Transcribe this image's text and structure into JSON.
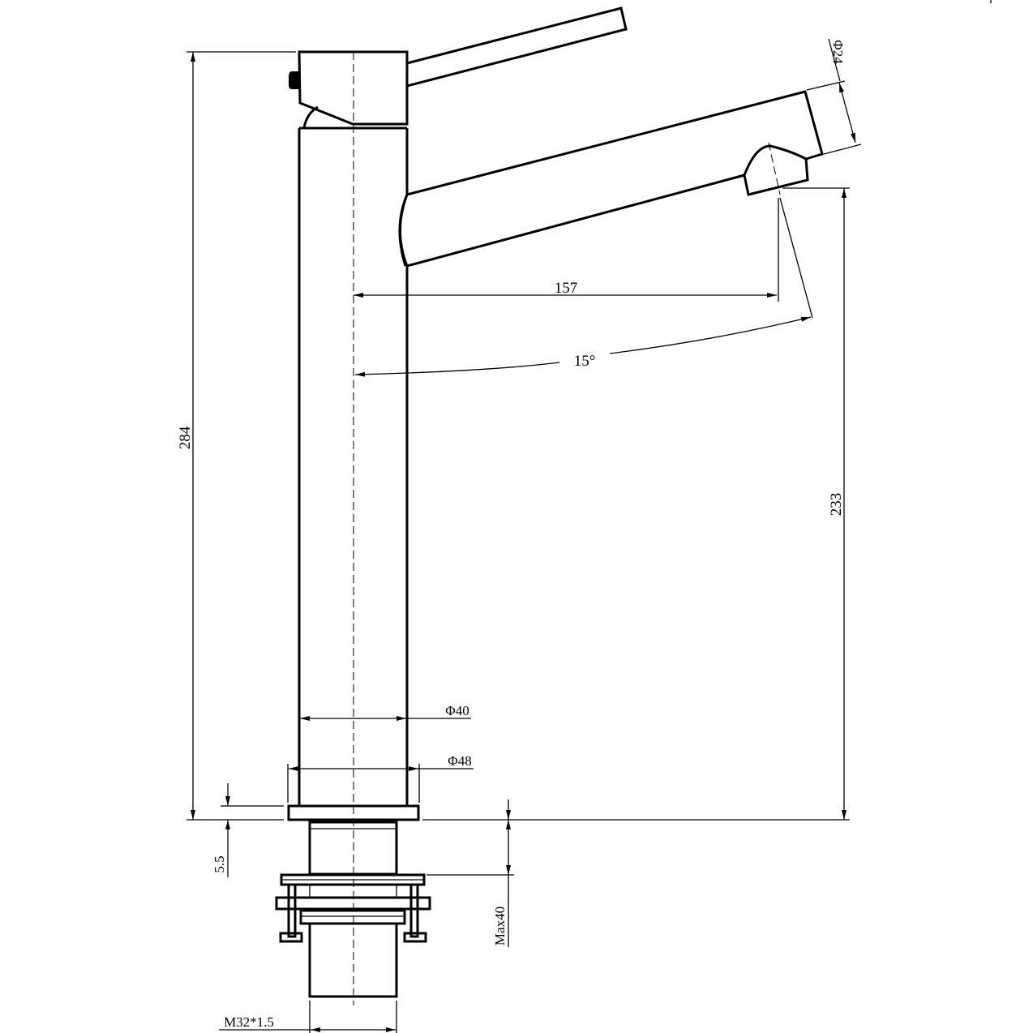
{
  "drawing": {
    "subject": "faucet-technical-drawing",
    "dimensions": {
      "total_height": "284",
      "spout_height": "233",
      "spout_reach": "157",
      "swivel_angle": "15°",
      "aerator_diameter": "Φ24",
      "body_diameter": "Φ40",
      "flange_diameter": "Φ48",
      "flange_thickness": "5.5",
      "max_deck_thickness": "Max40",
      "thread": "M32*1.5"
    }
  }
}
